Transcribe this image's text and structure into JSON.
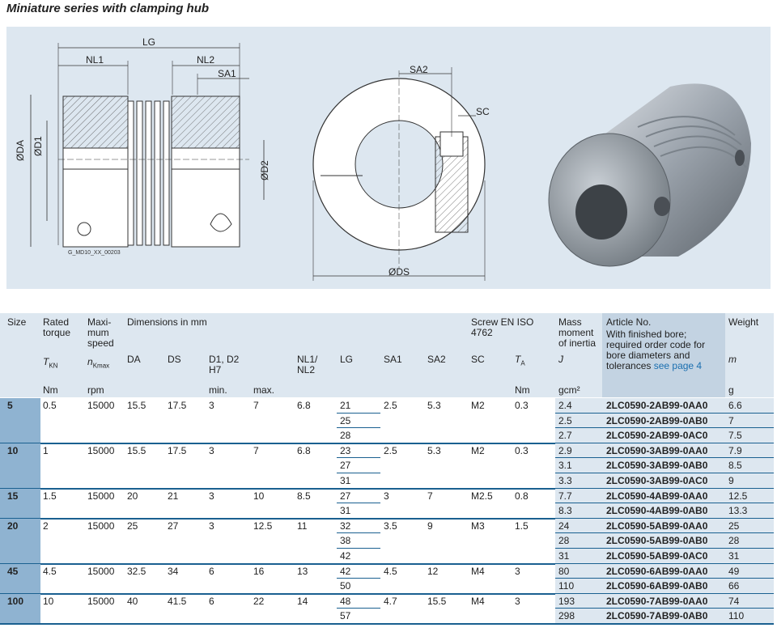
{
  "title": "Miniature series with clamping hub",
  "figure": {
    "caption": "G_MD10_XX_00203",
    "labels": {
      "lg": "LG",
      "nl1": "NL1",
      "nl2": "NL2",
      "sa1": "SA1",
      "da": "ØDA",
      "d1": "ØD1",
      "d2": "ØD2",
      "sa2": "SA2",
      "sc": "SC",
      "ds": "ØDS"
    }
  },
  "table": {
    "headers": {
      "size": "Size",
      "torque": "Rated torque",
      "torque_sym": "T",
      "torque_sub": "KN",
      "torque_unit": "Nm",
      "speed": "Maxi- mum speed",
      "speed_sym": "n",
      "speed_sub": "Kmax",
      "speed_unit": "rpm",
      "dims": "Dimensions in mm",
      "da": "DA",
      "ds": "DS",
      "d": "D1, D2 H7",
      "min": "min.",
      "max": "max.",
      "nl": "NL1/ NL2",
      "lg": "LG",
      "sa1": "SA1",
      "sa2": "SA2",
      "screw": "Screw EN ISO 4762",
      "sc": "SC",
      "ta": "T",
      "ta_sub": "A",
      "ta_unit": "Nm",
      "mass": "Mass moment of inertia",
      "mass_sym": "J",
      "mass_unit": "gcm²",
      "article": "Article No.",
      "article_note": "With finished bore; required order code for bore diameters and tolerances",
      "article_link": "see page 4",
      "weight": "Weight",
      "weight_sym": "m",
      "weight_unit": "g"
    },
    "groups": [
      {
        "size": "5",
        "torque": "0.5",
        "speed": "15000",
        "da": "15.5",
        "ds": "17.5",
        "dmin": "3",
        "dmax": "7",
        "nl": "6.8",
        "sa1": "2.5",
        "sa2": "5.3",
        "sc": "M2",
        "ta": "0.3",
        "rows": [
          {
            "lg": "21",
            "j": "2.4",
            "art": "2LC0590-2AB99-0AA0",
            "w": "6.6"
          },
          {
            "lg": "25",
            "j": "2.5",
            "art": "2LC0590-2AB99-0AB0",
            "w": "7"
          },
          {
            "lg": "28",
            "j": "2.7",
            "art": "2LC0590-2AB99-0AC0",
            "w": "7.5"
          }
        ]
      },
      {
        "size": "10",
        "torque": "1",
        "speed": "15000",
        "da": "15.5",
        "ds": "17.5",
        "dmin": "3",
        "dmax": "7",
        "nl": "6.8",
        "sa1": "2.5",
        "sa2": "5.3",
        "sc": "M2",
        "ta": "0.3",
        "rows": [
          {
            "lg": "23",
            "j": "2.9",
            "art": "2LC0590-3AB99-0AA0",
            "w": "7.9"
          },
          {
            "lg": "27",
            "j": "3.1",
            "art": "2LC0590-3AB99-0AB0",
            "w": "8.5"
          },
          {
            "lg": "31",
            "j": "3.3",
            "art": "2LC0590-3AB99-0AC0",
            "w": "9"
          }
        ]
      },
      {
        "size": "15",
        "torque": "1.5",
        "speed": "15000",
        "da": "20",
        "ds": "21",
        "dmin": "3",
        "dmax": "10",
        "nl": "8.5",
        "sa1": "3",
        "sa2": "7",
        "sc": "M2.5",
        "ta": "0.8",
        "rows": [
          {
            "lg": "27",
            "j": "7.7",
            "art": "2LC0590-4AB99-0AA0",
            "w": "12.5"
          },
          {
            "lg": "31",
            "j": "8.3",
            "art": "2LC0590-4AB99-0AB0",
            "w": "13.3"
          }
        ]
      },
      {
        "size": "20",
        "torque": "2",
        "speed": "15000",
        "da": "25",
        "ds": "27",
        "dmin": "3",
        "dmax": "12.5",
        "nl": "11",
        "sa1": "3.5",
        "sa2": "9",
        "sc": "M3",
        "ta": "1.5",
        "rows": [
          {
            "lg": "32",
            "j": "24",
            "art": "2LC0590-5AB99-0AA0",
            "w": "25"
          },
          {
            "lg": "38",
            "j": "28",
            "art": "2LC0590-5AB99-0AB0",
            "w": "28"
          },
          {
            "lg": "42",
            "j": "31",
            "art": "2LC0590-5AB99-0AC0",
            "w": "31"
          }
        ]
      },
      {
        "size": "45",
        "torque": "4.5",
        "speed": "15000",
        "da": "32.5",
        "ds": "34",
        "dmin": "6",
        "dmax": "16",
        "nl": "13",
        "sa1": "4.5",
        "sa2": "12",
        "sc": "M4",
        "ta": "3",
        "rows": [
          {
            "lg": "42",
            "j": "80",
            "art": "2LC0590-6AB99-0AA0",
            "w": "49"
          },
          {
            "lg": "50",
            "j": "110",
            "art": "2LC0590-6AB99-0AB0",
            "w": "66"
          }
        ]
      },
      {
        "size": "100",
        "torque": "10",
        "speed": "15000",
        "da": "40",
        "ds": "41.5",
        "dmin": "6",
        "dmax": "22",
        "nl": "14",
        "sa1": "4.7",
        "sa2": "15.5",
        "sc": "M4",
        "ta": "3",
        "rows": [
          {
            "lg": "48",
            "j": "193",
            "art": "2LC0590-7AB99-0AA0",
            "w": "74"
          },
          {
            "lg": "57",
            "j": "298",
            "art": "2LC0590-7AB99-0AB0",
            "w": "110"
          }
        ]
      }
    ]
  }
}
